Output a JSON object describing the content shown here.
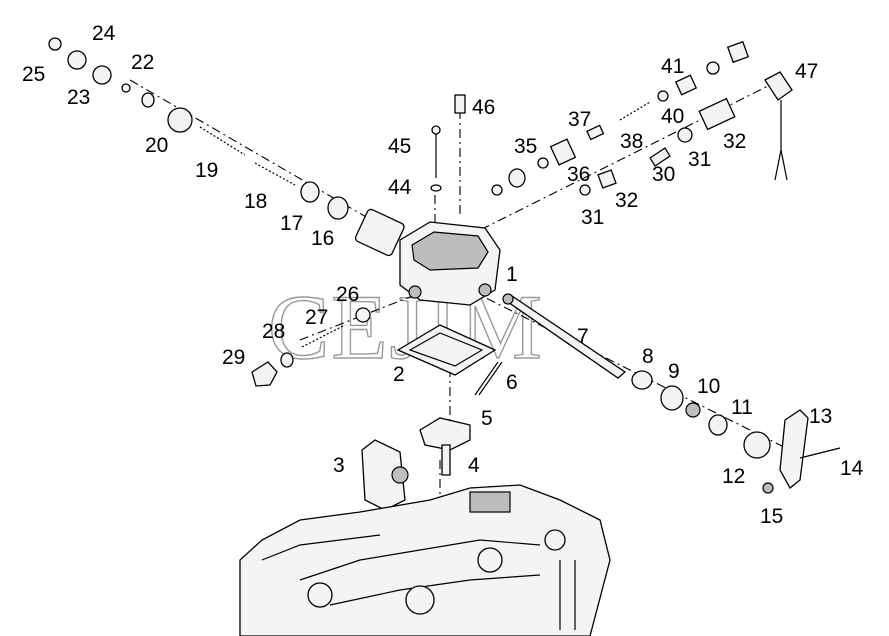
{
  "watermark": "CEJIM",
  "labels": {
    "l1": "1",
    "l2": "2",
    "l3": "3",
    "l4": "4",
    "l5": "5",
    "l6": "6",
    "l7": "7",
    "l8": "8",
    "l9": "9",
    "l10": "10",
    "l11": "11",
    "l12": "12",
    "l13": "13",
    "l14": "14",
    "l15": "15",
    "l16": "16",
    "l17": "17",
    "l18": "18",
    "l19": "19",
    "l20": "20",
    "l22": "22",
    "l23": "23",
    "l24": "24",
    "l25": "25",
    "l26": "26",
    "l27": "27",
    "l28": "28",
    "l29": "29",
    "l30": "30",
    "l31a": "31",
    "l31b": "31",
    "l32a": "32",
    "l32b": "32",
    "l35": "35",
    "l36": "36",
    "l37": "37",
    "l38": "38",
    "l40": "40",
    "l41": "41",
    "l44": "44",
    "l45": "45",
    "l46": "46",
    "l47": "47"
  }
}
